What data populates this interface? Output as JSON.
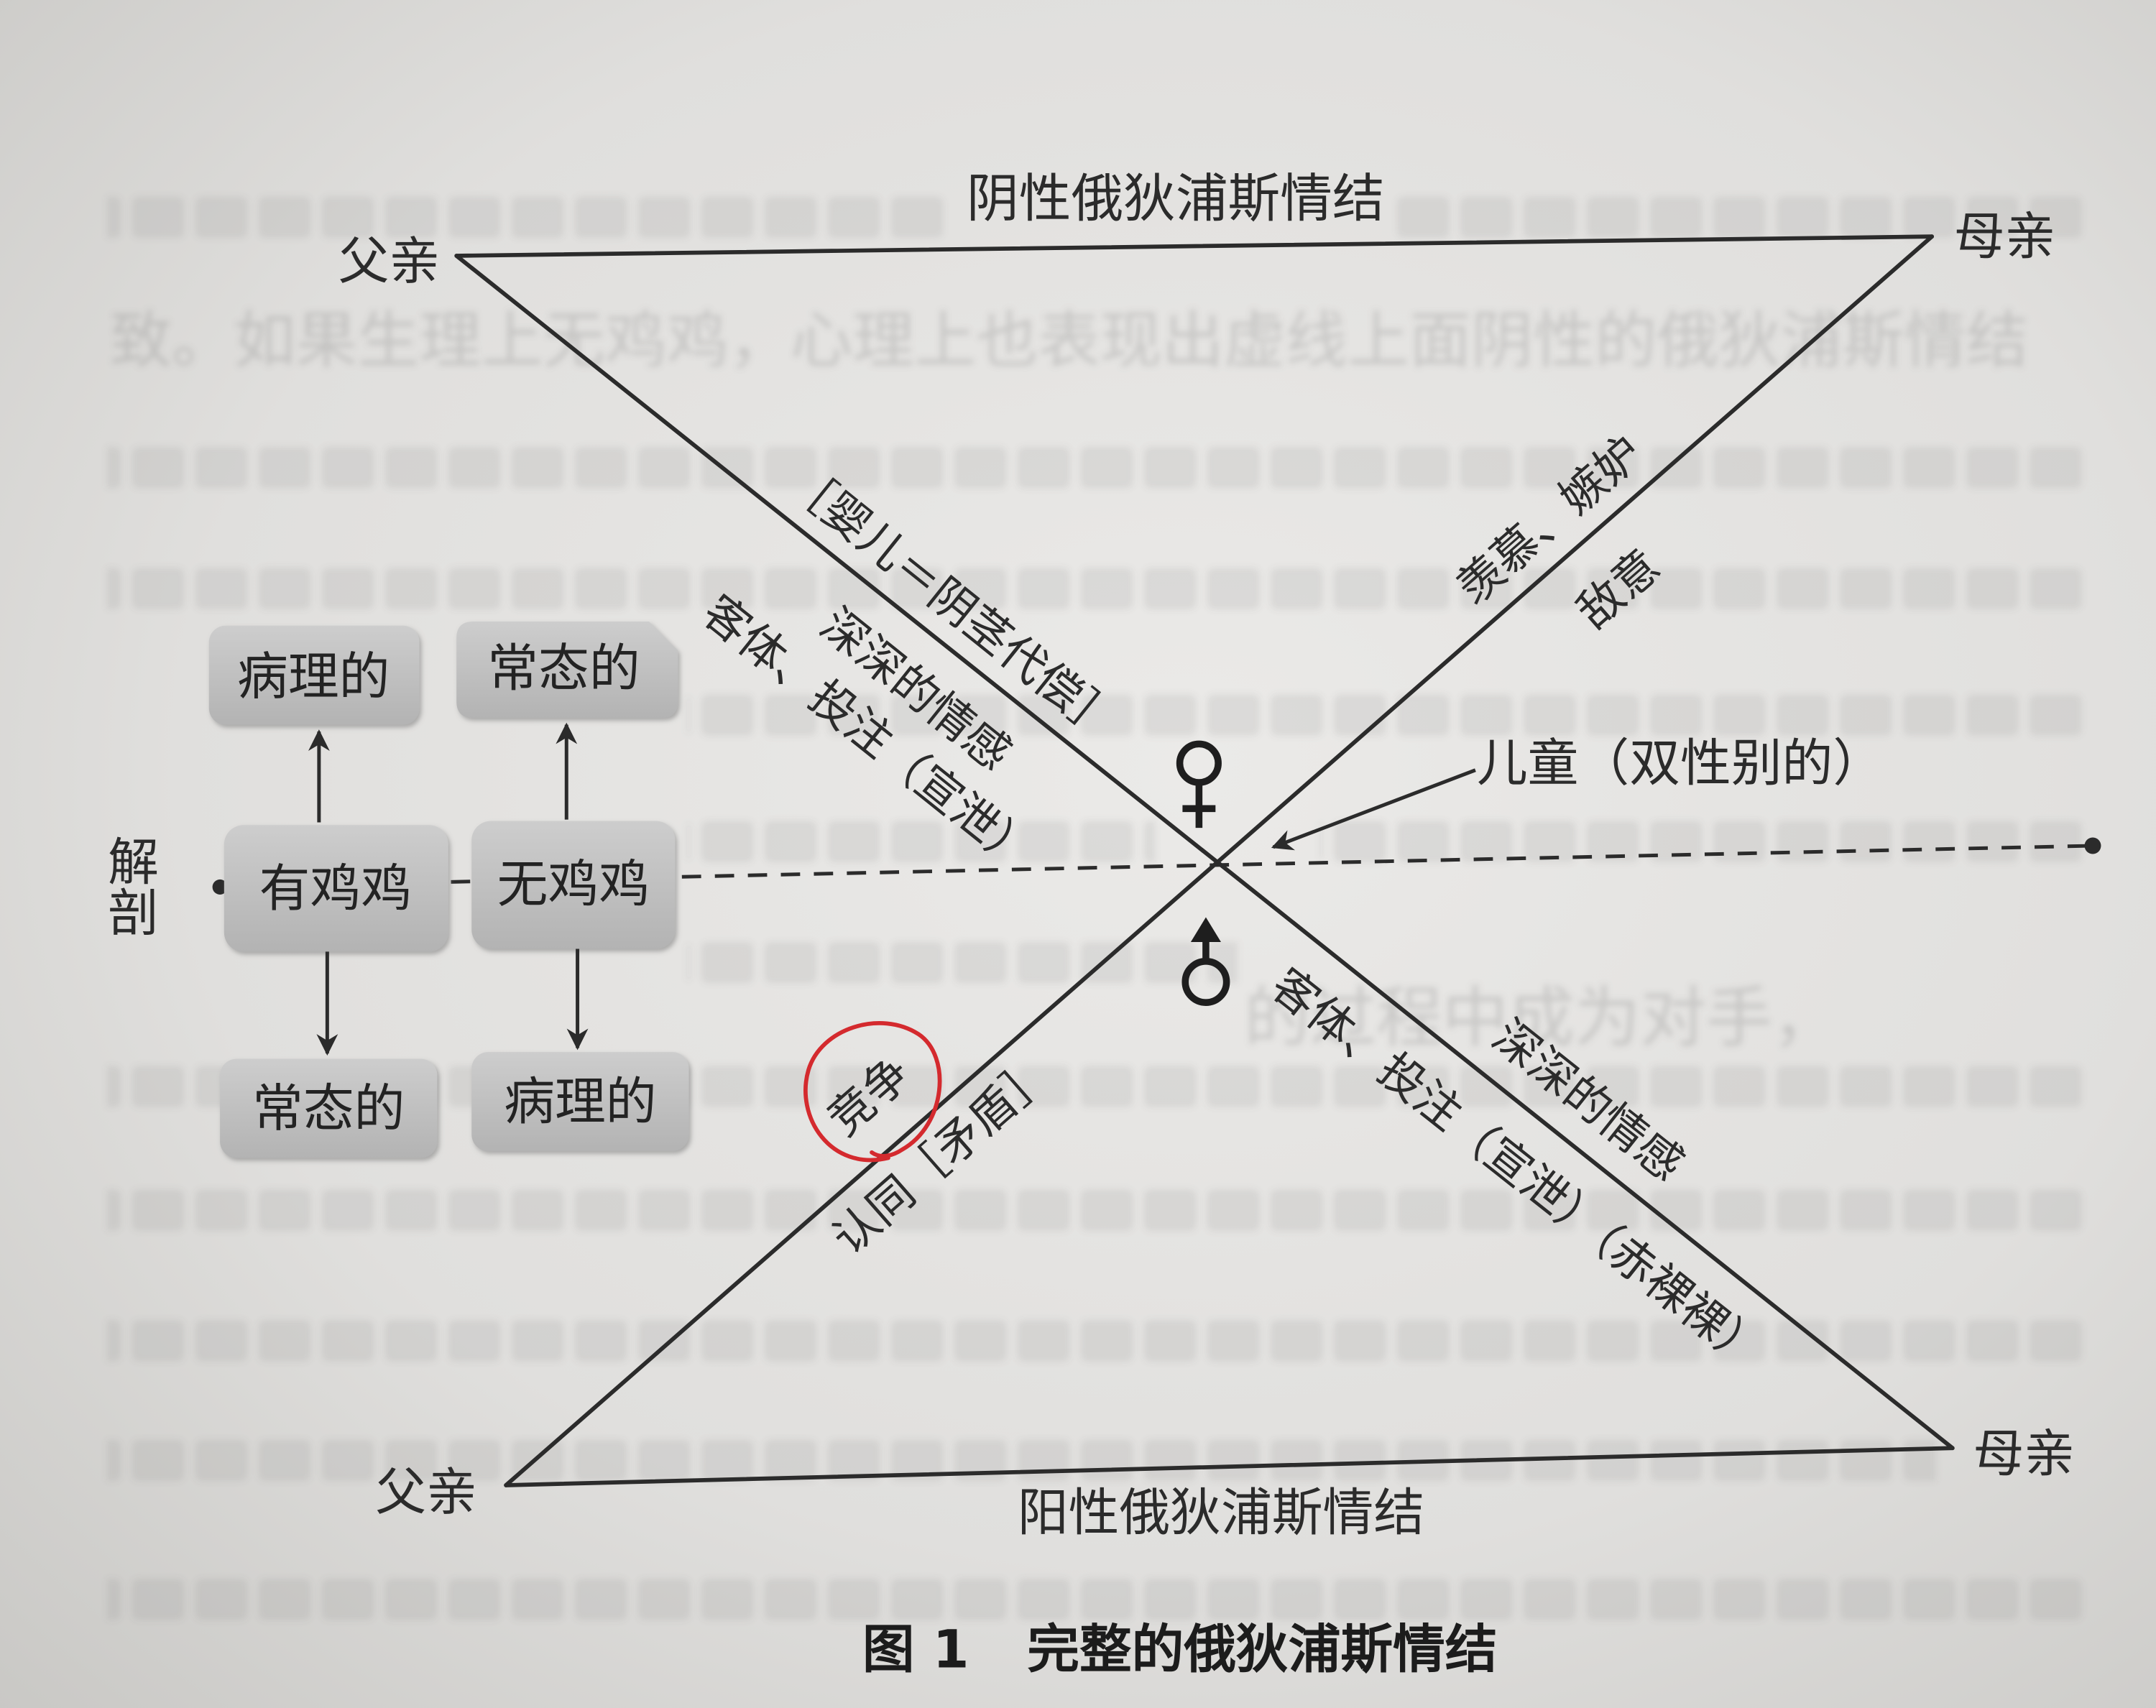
{
  "diagram": {
    "top_title": "阴性俄狄浦斯情结",
    "bottom_title": "阳性俄狄浦斯情结",
    "top_left_vertex": "父亲",
    "top_right_vertex": "母亲",
    "bottom_left_vertex": "父亲",
    "bottom_right_vertex": "母亲",
    "upper_left_edge": {
      "inner": "［婴儿＝阴茎代偿］",
      "outer_near": "深深的情感",
      "outer_far": "客体、投注（宣泄）"
    },
    "upper_right_edge": {
      "inner": "羡慕、嫉妒",
      "outer": "敌意"
    },
    "lower_left_edge": {
      "inner": "认同［矛盾］",
      "outer_circled": "竞争"
    },
    "lower_right_edge": {
      "outer": "深深的情感",
      "inner": "客体、投注（宣泄）（赤裸裸）"
    },
    "center": {
      "upper_icon": "female-symbol-icon",
      "lower_icon": "male-symbol-icon",
      "pointer_label": "儿童（双性别的）"
    },
    "anatomy": {
      "axis_label_chars": [
        "解",
        "剖"
      ],
      "with_penis": "有鸡鸡",
      "without_penis": "无鸡鸡",
      "with_penis_up": "病理的",
      "with_penis_down": "常态的",
      "without_penis_up": "常态的",
      "without_penis_down": "病理的"
    }
  },
  "caption": {
    "label": "图 1",
    "title": "完整的俄狄浦斯情结"
  },
  "background_text": [
    "致。如果生理上无鸡鸡，心理上也表现出虚线上面阴性的俄狄浦斯情结",
    "的过程中成为对手，"
  ],
  "colors": {
    "ink": "#2b2b2b",
    "box": "#b3b3b3",
    "annotation": "#d42a2e",
    "paper": "#e3e2e0"
  }
}
